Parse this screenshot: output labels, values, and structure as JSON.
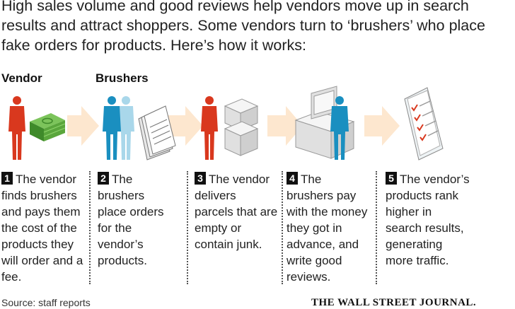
{
  "intro": "High sales volume and good reviews help vendors move up in search results and attract shoppers. Some vendors turn to ‘brushers’ who place fake orders for products. Here’s how it works:",
  "roles": {
    "vendor": "Vendor",
    "brushers": "Brushers"
  },
  "icons": [
    "vendor-figure-icon",
    "cash-stack-icon",
    "brusher-figures-icon",
    "order-forms-icon",
    "parcels-icon",
    "computer-kiosk-icon",
    "reviews-list-icon"
  ],
  "colors": {
    "vendor": "#d9381e",
    "brusher": "#1a8fc0",
    "cash": "#5aa63c",
    "arrow": "#fde7cf"
  },
  "steps": [
    {
      "num": "1",
      "text": "The vendor finds brushers and pays them the cost of the products they will order and a fee."
    },
    {
      "num": "2",
      "text": "The brushers place orders for the vendor’s products."
    },
    {
      "num": "3",
      "text": "The vendor delivers parcels that are empty or contain junk."
    },
    {
      "num": "4",
      "text": "The brushers pay with the money they got in advance, and write good reviews."
    },
    {
      "num": "5",
      "text": "The vendor’s products rank higher in search results, generating more traffic."
    }
  ],
  "source": "Source: staff reports",
  "masthead": "THE WALL STREET JOURNAL."
}
